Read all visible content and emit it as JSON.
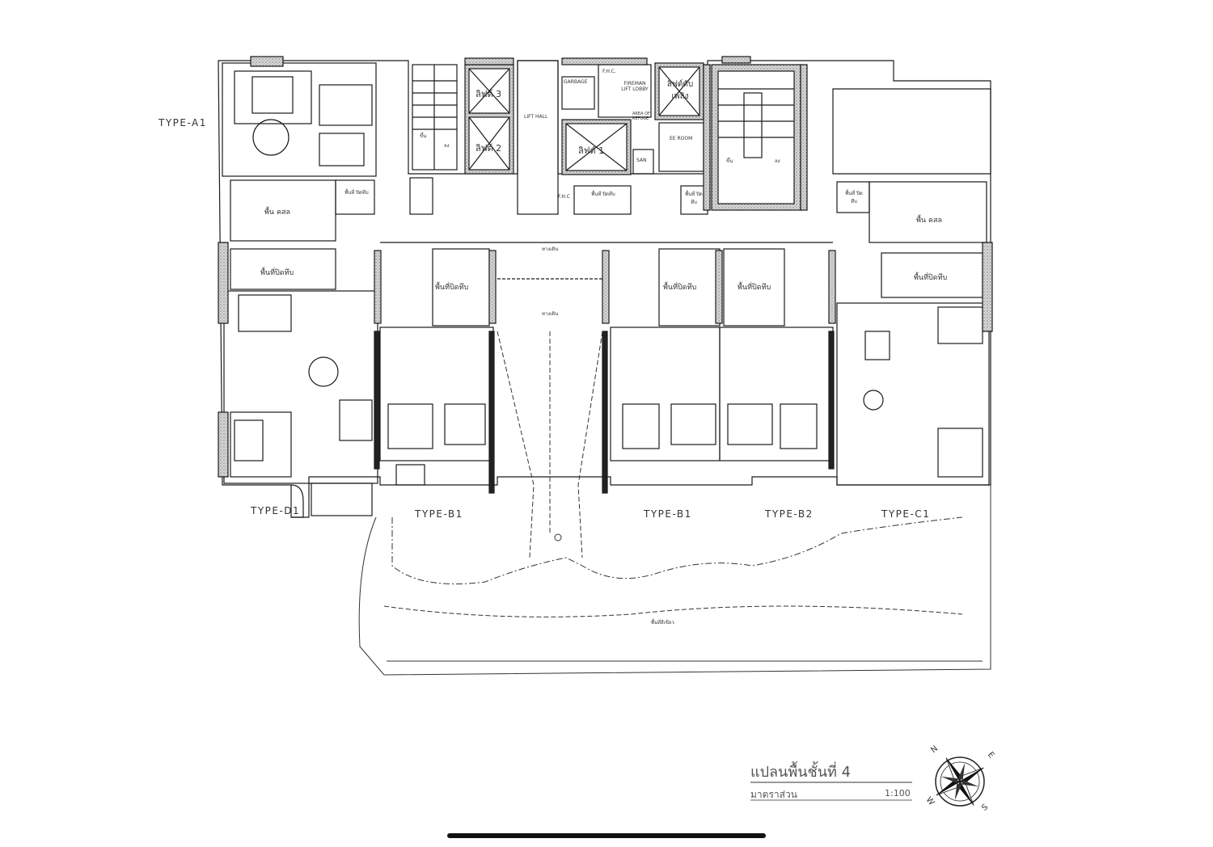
{
  "unit_types": {
    "a1": "TYPE-A1",
    "d1": "TYPE-D1",
    "b1_left": "TYPE-B1",
    "b1_right": "TYPE-B1",
    "b2": "TYPE-B2",
    "c1": "TYPE-C1"
  },
  "rooms": {
    "lift3": "ลิฟต์ 3",
    "lift2": "ลิฟต์ 2",
    "lift1": "ลิฟต์ 1",
    "fire_lift": "ลิฟต์ดับเพลิง",
    "lift_hall": "LIFT HALL",
    "garbage": "GARBAGE",
    "fhc_top": "F.H.C.",
    "fhc_mid": "F.H.C",
    "fireman_lobby": "FIREMAN LIFT LOBBY",
    "refuge": "AREA OF REFUGE",
    "ee_room": "EE ROOM",
    "san": "SAN",
    "up_left": "ขึ้น",
    "down_left": "ลง",
    "up_right": "ขึ้น",
    "down_right": "ลง",
    "aaa_left": "พื้น คสล",
    "aaa_right": "พื้น คสล",
    "closed_area": "พื้นที่ปิดทึบ",
    "closed_area_small": "พื้นที่ ปิดทึบ",
    "walkway_1": "ทางเดิน",
    "walkway_2": "ทางเดิน",
    "green_area": "พื้นที่สีเขียว"
  },
  "title_block": {
    "title": "แปลนพื้นชั้นที่ 4",
    "scale_label": "มาตราส่วน",
    "scale_value": "1:100"
  },
  "compass": {
    "n": "N",
    "e": "E",
    "s": "S",
    "w": "W"
  },
  "colors": {
    "line": "#1a1a1a",
    "hatch": "#8a8a8a",
    "paper": "#ffffff"
  }
}
